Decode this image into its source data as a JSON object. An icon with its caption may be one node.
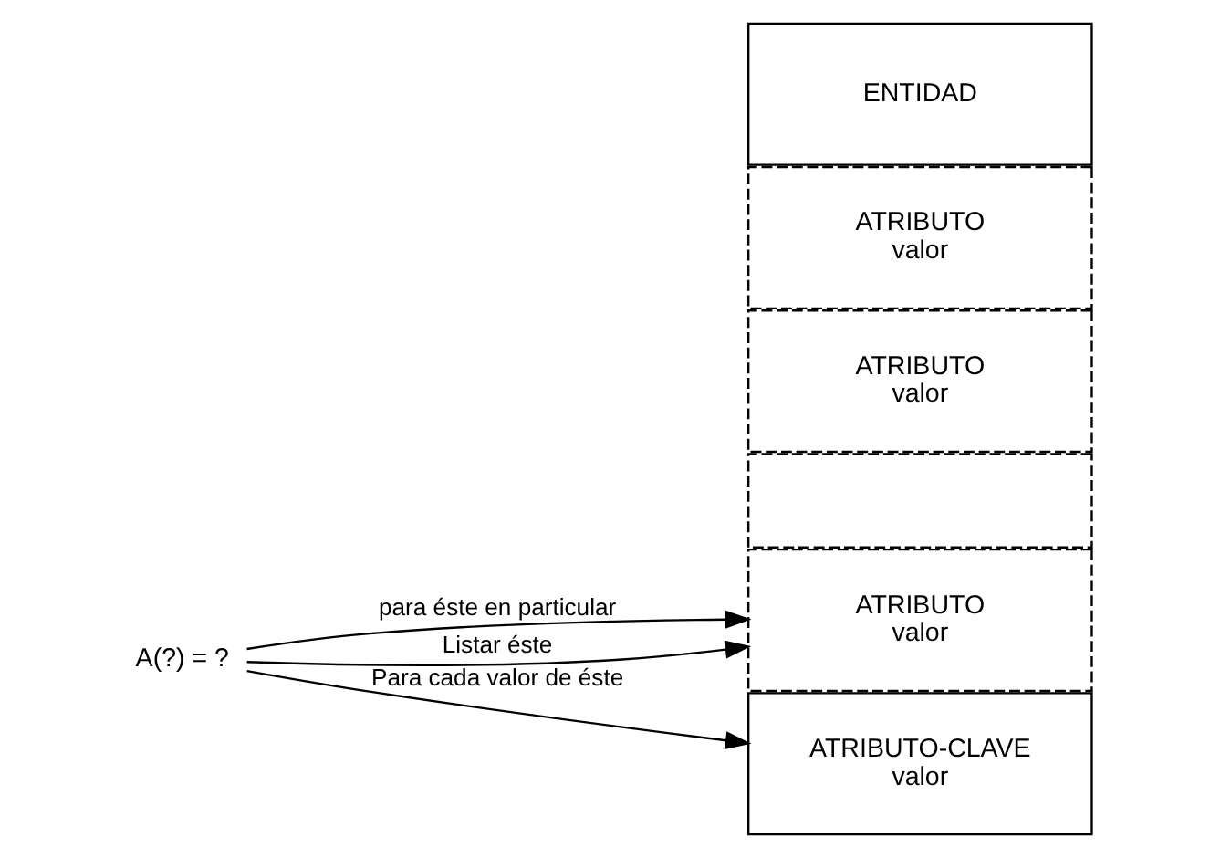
{
  "diagram": {
    "nodes": [
      {
        "text": [
          "A(?) = ?"
        ]
      },
      {
        "text": [
          "ENTIDAD"
        ]
      },
      {
        "text": [
          "ATRIBUTO-CLAVE",
          "valor"
        ]
      },
      {
        "text": [
          "ATRIBUTO",
          "valor"
        ]
      },
      {
        "text": [
          "ATRIBUTO",
          "valor"
        ]
      },
      {
        "text": [
          "ATRIBUTO",
          "valor"
        ]
      },
      {
        "text": [],
        "shape": "box"
      }
    ],
    "edges": [
      {
        "from": 0,
        "to": 2,
        "arrow": "to",
        "label": "Para cada valor de éste"
      },
      {
        "from": 0,
        "to": 4,
        "arrow": "to",
        "label": "para éste en particular"
      },
      {
        "from": 0,
        "to": 4,
        "arrow": "to",
        "label": "Listar éste"
      }
    ]
  }
}
